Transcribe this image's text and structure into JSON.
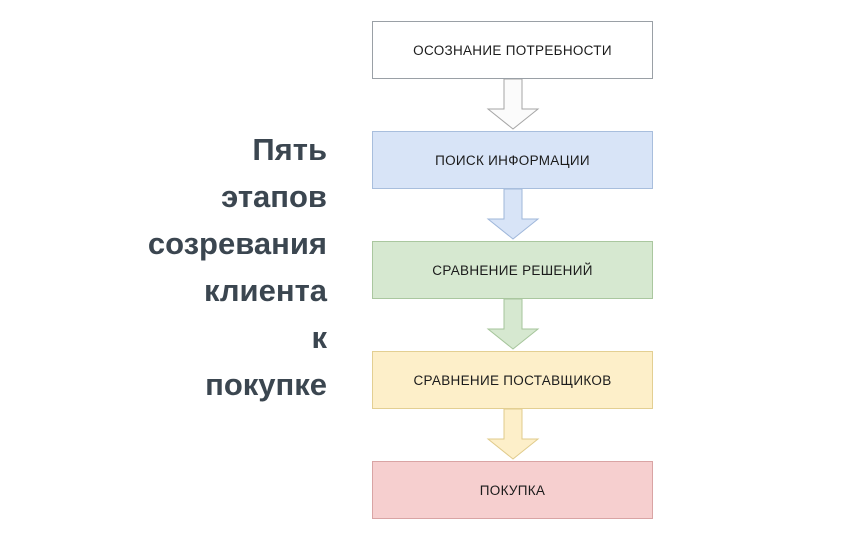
{
  "title": {
    "text": "Пять\nэтапов\nсозревания\nклиента\nк\nпокупке",
    "color": "#3b4650",
    "align": "right"
  },
  "flow": {
    "orientation": "vertical-top-to-bottom",
    "stages": [
      {
        "label": "ОСОЗНАНИЕ ПОТРЕБНОСТИ",
        "fill": "#f3f3f3",
        "border": "#9aa0a6",
        "text_color": "#1b1b1b"
      },
      {
        "label": "ПОИСК ИНФОРМАЦИИ",
        "fill": "#d8e4f7",
        "border": "#a8bedd",
        "text_color": "#1b1b1b"
      },
      {
        "label": "СРАВНЕНИЕ РЕШЕНИЙ",
        "fill": "#d6e8d0",
        "border": "#aac79f",
        "text_color": "#1b1b1b"
      },
      {
        "label": "СРАВНЕНИЕ ПОСТАВЩИКОВ",
        "fill": "#fdefc9",
        "border": "#e3cf92",
        "text_color": "#1b1b1b"
      },
      {
        "label": "ПОКУПКА",
        "fill": "#f6cfcf",
        "border": "#d9a4a4",
        "text_color": "#1b1b1b"
      }
    ],
    "connectors": [
      {
        "from": "ОСОЗНАНИЕ ПОТРЕБНОСТИ",
        "to": "ПОИСК ИНФОРМАЦИИ",
        "fill": "#fbfbfb",
        "stroke": "#a6a6a6"
      },
      {
        "from": "ПОИСК ИНФОРМАЦИИ",
        "to": "СРАВНЕНИЕ РЕШЕНИЙ",
        "fill": "#d8e4f7",
        "stroke": "#9fb7da"
      },
      {
        "from": "СРАВНЕНИЕ РЕШЕНИЙ",
        "to": "СРАВНЕНИЕ ПОСТАВЩИКОВ",
        "fill": "#d6e8d0",
        "stroke": "#a6c59b"
      },
      {
        "from": "СРАВНЕНИЕ ПОСТАВЩИКОВ",
        "to": "ПОКУПКА",
        "fill": "#fdefc9",
        "stroke": "#e0cb8c"
      }
    ]
  }
}
